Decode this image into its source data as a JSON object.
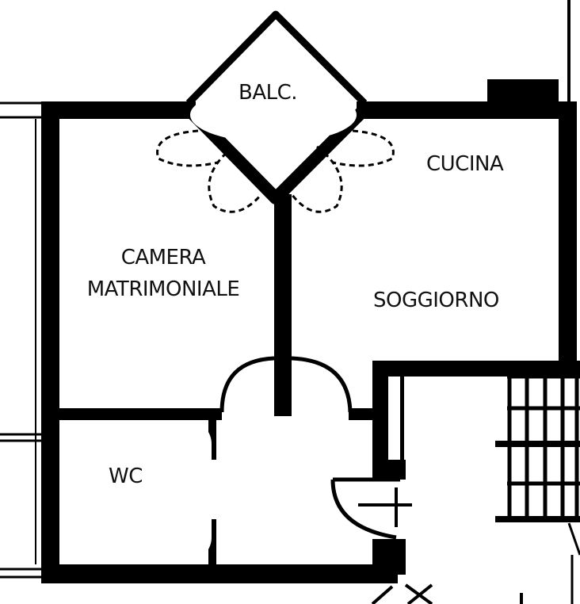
{
  "title": "Floor plan",
  "rooms": {
    "balcony": "BALC.",
    "kitchen": "CUCINA",
    "bedroom_line1": "CAMERA",
    "bedroom_line2": "MATRIMONIALE",
    "living": "SOGGIORNO",
    "bathroom": "WC"
  },
  "colors": {
    "wall": "#000000",
    "background": "#ffffff"
  }
}
